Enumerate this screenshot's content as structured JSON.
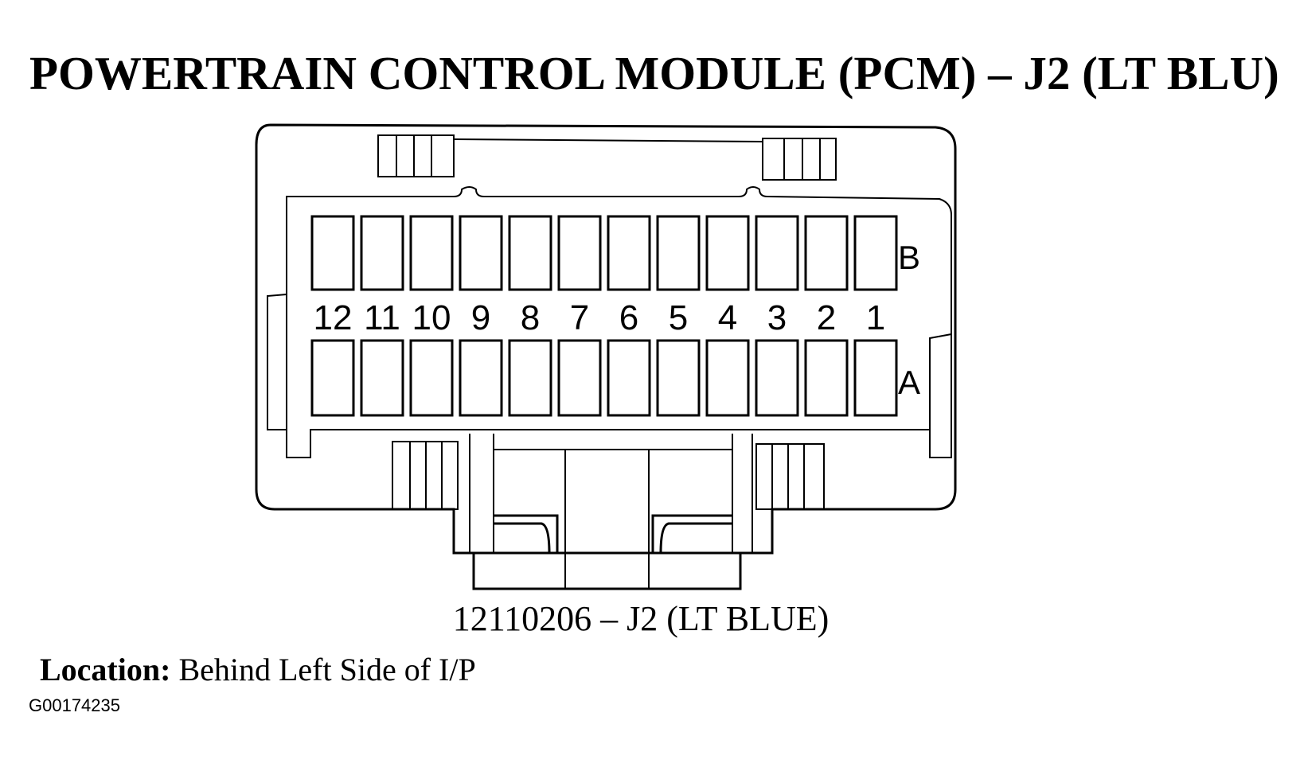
{
  "title": "POWERTRAIN CONTROL MODULE (PCM) – J2 (LT BLU)",
  "connector": {
    "row_b_label": "B",
    "row_a_label": "A",
    "pin_numbers": [
      "12",
      "11",
      "10",
      "9",
      "8",
      "7",
      "6",
      "5",
      "4",
      "3",
      "2",
      "1"
    ]
  },
  "part_number": "12110206 – J2 (LT BLUE)",
  "location": {
    "label": "Location:",
    "value": " Behind Left Side of I/P"
  },
  "figure_id": "G00174235"
}
